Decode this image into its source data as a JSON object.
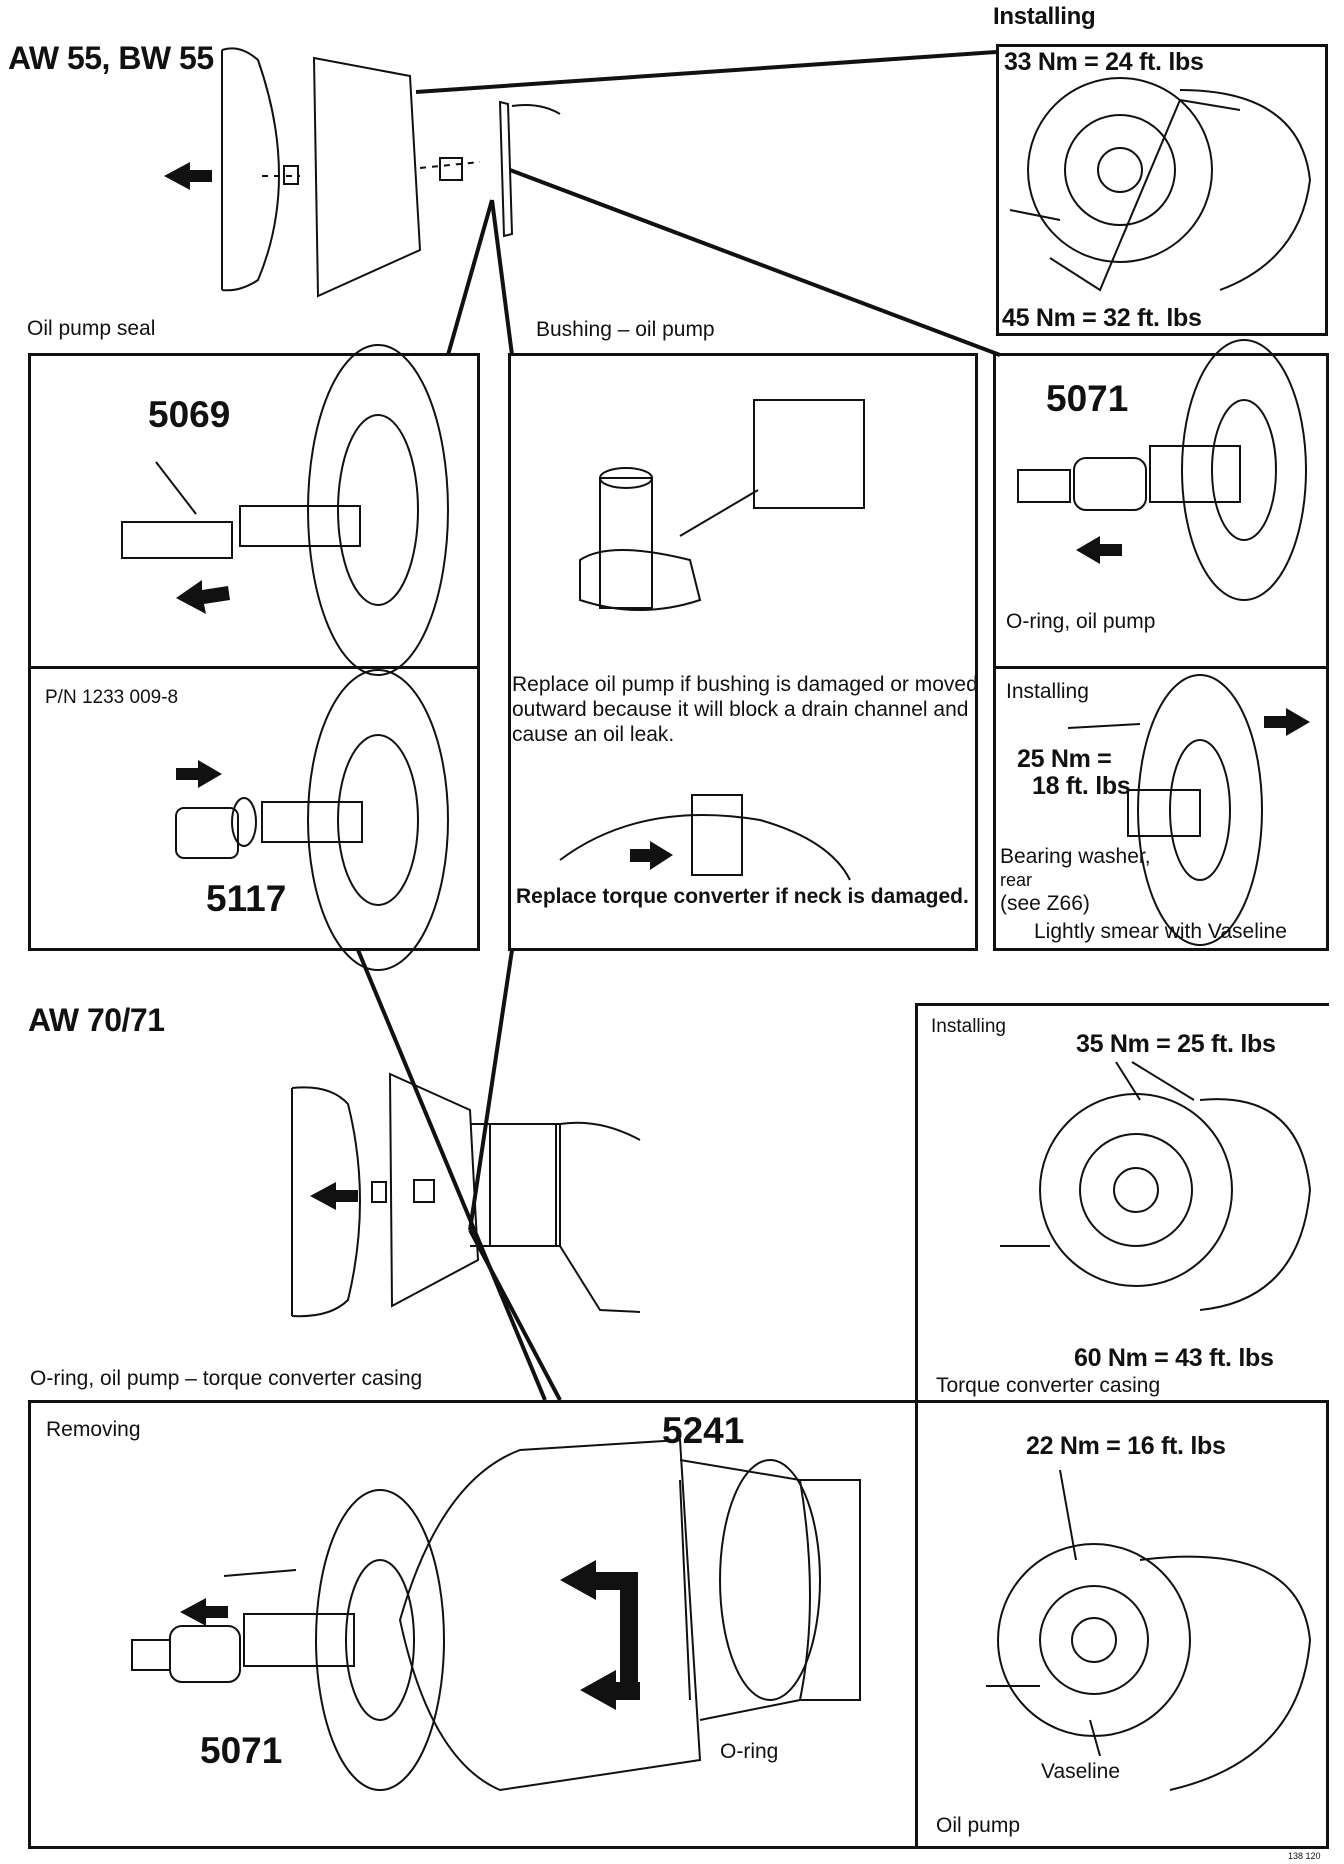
{
  "headings": {
    "aw55_bw55": "AW 55, BW 55",
    "aw70_71": "AW 70/71",
    "installing_top": "Installing"
  },
  "labels": {
    "oil_pump_seal": "Oil pump seal",
    "bushing_oil_pump": "Bushing – oil pump",
    "oring_oil_pump": "O-ring, oil pump",
    "installing": "Installing",
    "pn": "P/N 1233 009-8",
    "bearing_washer_l1": "Bearing washer,",
    "bearing_washer_l2": "rear",
    "bearing_washer_l3": "(see Z66)",
    "lightly_smear": "Lightly smear with Vaseline",
    "oring_torque_casing": "O-ring, oil pump – torque converter casing",
    "installing_2": "Installing",
    "torque_converter_casing": "Torque converter casing",
    "removing": "Removing",
    "oring": "O-ring",
    "vaseline": "Vaseline",
    "oil_pump": "Oil pump",
    "figure_code": "138 120"
  },
  "tools": {
    "t5069": "5069",
    "t5117": "5117",
    "t5071_top": "5071",
    "t5241": "5241",
    "t5071_bottom": "5071"
  },
  "torques": {
    "t33": "33 Nm = 24 ft. lbs",
    "t45": "45 Nm = 32 ft. lbs",
    "t25_l1": "25 Nm =",
    "t25_l2": "18 ft. lbs",
    "t35": "35 Nm = 25 ft. lbs",
    "t60": "60 Nm = 43 ft. lbs",
    "t22": "22 Nm = 16 ft. lbs"
  },
  "notes": {
    "bushing": "Replace oil pump if bushing is damaged or moved outward because it will block a drain channel and cause an oil leak.",
    "torque_converter": "Replace torque converter if neck is damaged."
  }
}
